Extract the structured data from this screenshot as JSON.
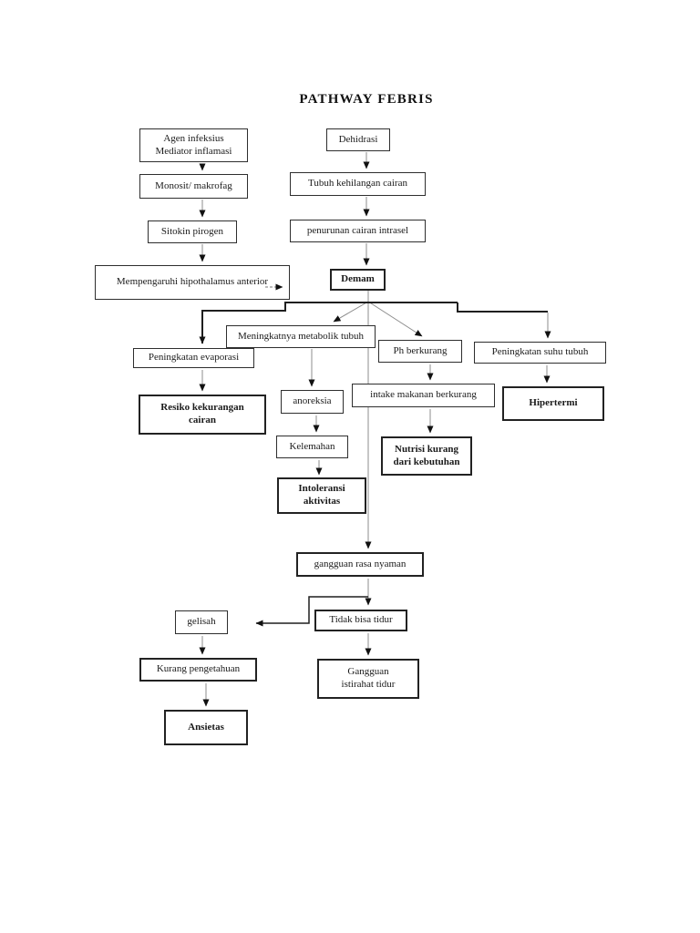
{
  "title": "PATHWAY FEBRIS",
  "colors": {
    "background": "#ffffff",
    "ink": "#1a1a1a",
    "line_gray": "#8c8c8c"
  },
  "nodes": {
    "agen": {
      "label": "Agen infeksius\nMediator inflamasi",
      "bold": false
    },
    "monosit": {
      "label": "Monosit/ makrofag",
      "bold": false
    },
    "sitokin": {
      "label": "Sitokin pirogen",
      "bold": false
    },
    "hipotalamus": {
      "label": "Mempengaruhi hipothalamus anterior",
      "bold": false
    },
    "dehidrasi": {
      "label": "Dehidrasi",
      "bold": false
    },
    "tubuh": {
      "label": "Tubuh kehilangan cairan",
      "bold": false
    },
    "penurunan": {
      "label": "penurunan cairan intrasel",
      "bold": false
    },
    "demam": {
      "label": "Demam",
      "bold": true
    },
    "evaporasi": {
      "label": "Peningkatan evaporasi",
      "bold": false
    },
    "metabolik": {
      "label": "Meningkatnya metabolik tubuh",
      "bold": false
    },
    "ph": {
      "label": "Ph berkurang",
      "bold": false
    },
    "suhu": {
      "label": "Peningkatan suhu tubuh",
      "bold": false
    },
    "resiko": {
      "label": "Resiko kekurangan\ncairan",
      "bold": true
    },
    "anoreksia": {
      "label": "anoreksia",
      "bold": false
    },
    "intake": {
      "label": "intake makanan berkurang",
      "bold": false
    },
    "hipertermi": {
      "label": "Hipertermi",
      "bold": true
    },
    "kelemahan": {
      "label": "Kelemahan",
      "bold": false
    },
    "nutrisi": {
      "label": "Nutrisi kurang\ndari kebutuhan",
      "bold": true
    },
    "intoleransi": {
      "label": "Intoleransi\naktivitas",
      "bold": true
    },
    "nyaman": {
      "label": "gangguan rasa nyaman",
      "bold": false
    },
    "gelisah": {
      "label": "gelisah",
      "bold": false
    },
    "tidur": {
      "label": "Tidak bisa tidur",
      "bold": false
    },
    "pengetahuan": {
      "label": "Kurang pengetahuan",
      "bold": false
    },
    "istirahat": {
      "label": "Gangguan\nistirahat tidur",
      "bold": false
    },
    "ansietas": {
      "label": "Ansietas",
      "bold": true
    }
  },
  "edges": [
    {
      "from": "agen",
      "to": "monosit"
    },
    {
      "from": "monosit",
      "to": "sitokin"
    },
    {
      "from": "sitokin",
      "to": "hipotalamus"
    },
    {
      "from": "hipotalamus",
      "to": "demam",
      "style": "dashed"
    },
    {
      "from": "dehidrasi",
      "to": "tubuh"
    },
    {
      "from": "tubuh",
      "to": "penurunan"
    },
    {
      "from": "penurunan",
      "to": "demam"
    },
    {
      "from": "demam",
      "to": "evaporasi"
    },
    {
      "from": "demam",
      "to": "metabolik"
    },
    {
      "from": "demam",
      "to": "ph"
    },
    {
      "from": "demam",
      "to": "suhu"
    },
    {
      "from": "demam",
      "to": "nyaman"
    },
    {
      "from": "evaporasi",
      "to": "resiko"
    },
    {
      "from": "metabolik",
      "to": "anoreksia"
    },
    {
      "from": "anoreksia",
      "to": "kelemahan"
    },
    {
      "from": "kelemahan",
      "to": "intoleransi"
    },
    {
      "from": "ph",
      "to": "intake"
    },
    {
      "from": "intake",
      "to": "nutrisi"
    },
    {
      "from": "suhu",
      "to": "hipertermi"
    },
    {
      "from": "nyaman",
      "to": "tidur"
    },
    {
      "from": "tidur",
      "to": "gelisah"
    },
    {
      "from": "tidur",
      "to": "istirahat"
    },
    {
      "from": "gelisah",
      "to": "pengetahuan"
    },
    {
      "from": "pengetahuan",
      "to": "ansietas"
    }
  ]
}
